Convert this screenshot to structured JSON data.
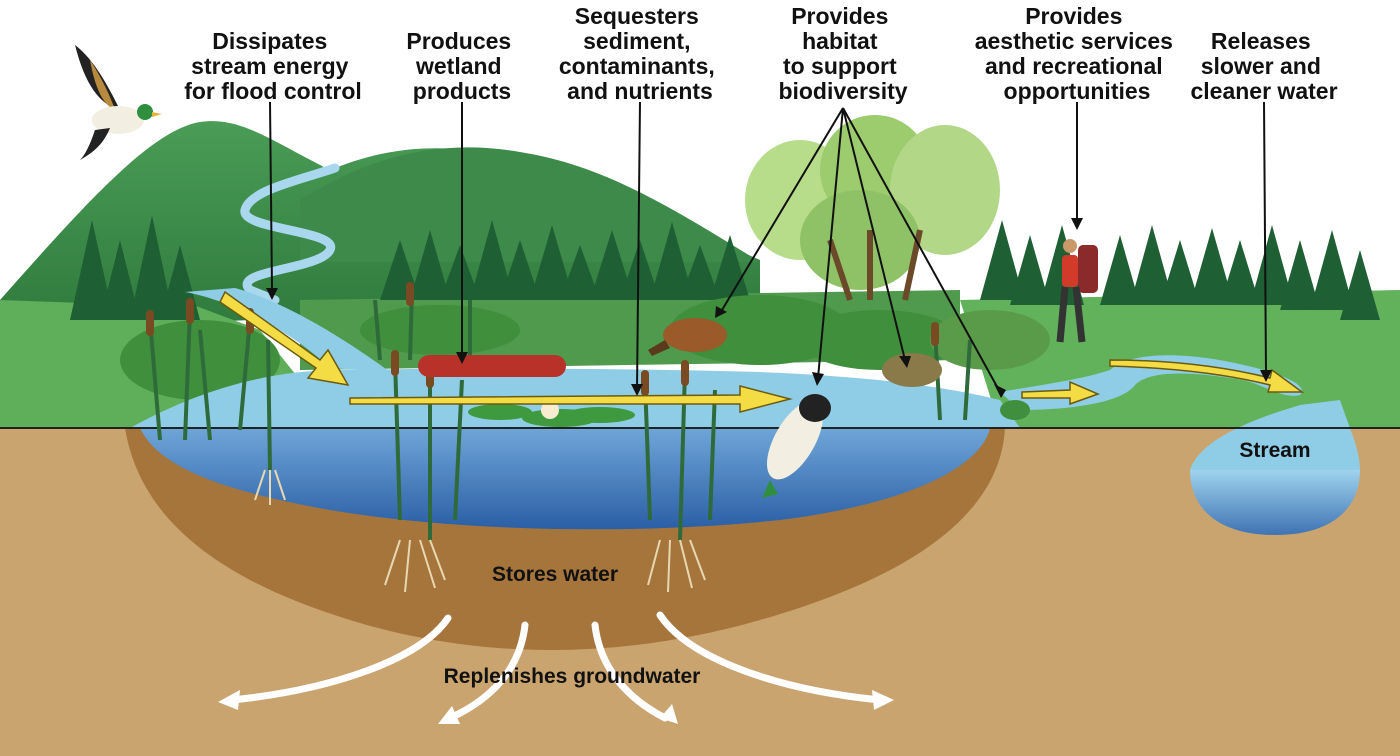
{
  "labels": {
    "flood_control": [
      "Dissipates",
      "stream energy",
      "for flood control"
    ],
    "wetland_products": [
      "Produces",
      "wetland",
      "products"
    ],
    "sequesters": [
      "Sequesters",
      "sediment,",
      "contaminants,",
      "and nutrients"
    ],
    "habitat": [
      "Provides",
      "habitat",
      "to support",
      "biodiversity"
    ],
    "aesthetic": [
      "Provides",
      "aesthetic services",
      "and recreational",
      "opportunities"
    ],
    "releases": [
      "Releases",
      "slower and",
      "cleaner water"
    ],
    "stream": "Stream",
    "stores_water": "Stores water",
    "groundwater": "Replenishes groundwater"
  },
  "colors": {
    "sky": "#ffffff",
    "mountain": "#3f8f4a",
    "grass": "#5fae59",
    "forest": "#1f5f34",
    "water": "#8fcde6",
    "water_deep": "#3f73b3",
    "soil": "#c9a46f",
    "basin": "#a5753c",
    "flow_arrow": "#f3dc44",
    "groundwater_arrow": "#ffffff"
  }
}
